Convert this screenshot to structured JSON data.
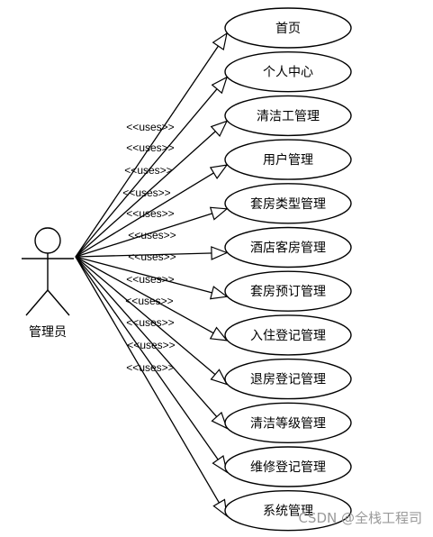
{
  "actor": {
    "label": "管理员"
  },
  "relation_label": "<<uses>>",
  "use_cases": [
    {
      "label": "首页"
    },
    {
      "label": "个人中心"
    },
    {
      "label": "清洁工管理"
    },
    {
      "label": "用户管理"
    },
    {
      "label": "套房类型管理"
    },
    {
      "label": "酒店客房管理"
    },
    {
      "label": "套房预订管理"
    },
    {
      "label": "入住登记管理"
    },
    {
      "label": "退房登记管理"
    },
    {
      "label": "清洁等级管理"
    },
    {
      "label": "维修登记管理"
    },
    {
      "label": "系统管理"
    }
  ],
  "watermark": "CSDN @全栈工程司"
}
